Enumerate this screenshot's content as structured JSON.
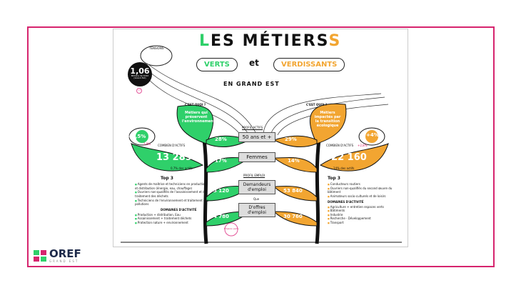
{
  "title": {
    "les": "L",
    "es": "ES MÉTIERS",
    "s": "S",
    "verts": "VERTS",
    "et": "et",
    "verdissants": "VERDISSANTS",
    "region": "EN GRAND EST"
  },
  "badge": {
    "value": "1,06",
    "caption": "Millions de tCO2 (Grand Est)",
    "note": "(?)",
    "cloud": "TENSIONS"
  },
  "verts": {
    "question": "C'EST QUOI ?",
    "definition": "Métiers qui préservent l'environnement",
    "butterfly": "+3,5%",
    "butterfly_pink": "2,8%",
    "howmany": "COMBIEN D'ACTIFS",
    "actifs": "13 289",
    "share": "0,7% des actifs",
    "pct50": "28%",
    "pctFemmes": "17%",
    "demandeurs": "3 120",
    "offres": "4 780",
    "top": "Top 3",
    "top_list": [
      "Agents de maîtrise et techniciens en production et distribution (énergie, eau, chauffage)",
      "Ouvriers non-qualifiés de l'assainissement et du traitement des déchets",
      "Techniciens de l'environnement et traitement des pollutions"
    ],
    "domains_title": "DOMAINES D'ACTIVITÉ",
    "domains": [
      "Production + distribution, Eau",
      "Assainissement + traitement déchets",
      "Protection nature + environnement"
    ]
  },
  "verdissants": {
    "question": "C'EST QUOI ?",
    "definition": "Métiers impactés par la transition écologique",
    "butterfly": "+4%",
    "butterfly_pink": "+2,8%",
    "howmany": "COMBIEN D'ACTIFS",
    "actifs": "322 160",
    "share": "14% des actifs",
    "pct50": "29%",
    "pctFemmes": "14%",
    "demandeurs": "53 840",
    "offres": "30 760",
    "top": "Top 3",
    "top_list": [
      "Conducteurs routiers",
      "Ouvriers non-qualifiés du second œuvre du bâtiment",
      "Animateurs socio-culturels et de loisirs"
    ],
    "domains_title": "DOMAINES D'ACTIVITÉ",
    "domains": [
      "Agriculture + entretien espaces verts",
      "Bâtiments",
      "Industrie",
      "Recherche - Développement",
      "Transport"
    ]
  },
  "center": {
    "profil_actifs": "PROFIL ACTIFS",
    "age": "50 ans et +",
    "gender": "Femmes",
    "profil_emploi": "PROFIL EMPLOI",
    "demandeurs": "Demandeurs d'emploi",
    "que": "Que",
    "offres": "D'offres d'emploi",
    "flower": "Emplois verts"
  },
  "logo": {
    "name": "OREF",
    "sub": "GRAND EST"
  },
  "colors": {
    "green": "#2fd06a",
    "orange": "#f2a531",
    "pink": "#d6246e"
  }
}
